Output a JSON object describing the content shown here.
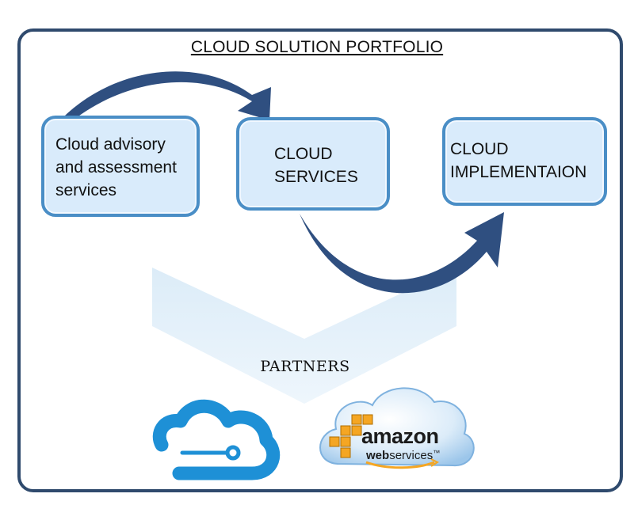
{
  "title": "CLOUD SOLUTION PORTFOLIO",
  "boxes": {
    "advisory": [
      "Cloud advisory",
      "and assessment",
      "services"
    ],
    "services": [
      "CLOUD",
      "SERVICES"
    ],
    "implementation": [
      "CLOUD",
      "IMPLEMENTAION"
    ]
  },
  "partners_label": "PARTNERS",
  "partners": {
    "azure": {
      "icon": "azure-cloud-logo",
      "color": "#1e90d6"
    },
    "aws": {
      "icon": "amazon-web-services-logo",
      "wordmark": "amazon",
      "sub_bold": "web",
      "sub": "services",
      "tm": "™"
    }
  },
  "colors": {
    "frame": "#2f4a6d",
    "box_border": "#4a8ec6",
    "box_fill": "#d9ebfb",
    "arrow": "#2f4f80",
    "funnel": "#e6f2fb"
  }
}
